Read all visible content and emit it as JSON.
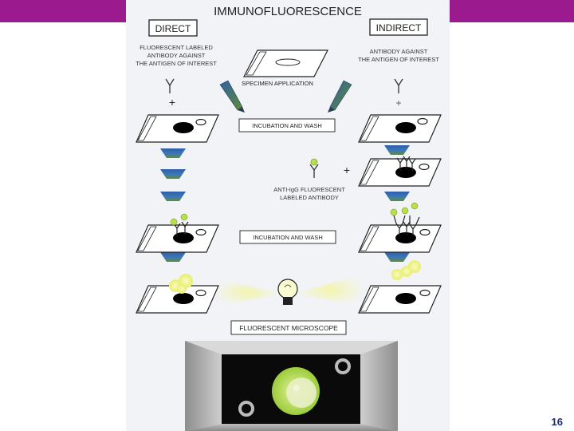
{
  "slide": {
    "page_number": "16",
    "accent_color": "#9b1a8e",
    "page_number_color": "#1e2a78"
  },
  "figure": {
    "title": "IMMUNOFLUORESCENCE",
    "direct_label": "DIRECT",
    "indirect_label": "INDIRECT",
    "direct_caption": [
      "FLUORESCENT LABELED",
      "ANTIBODY AGAINST",
      "THE ANTIGEN OF INTEREST"
    ],
    "indirect_caption": [
      "ANTIBODY AGAINST",
      "THE ANTIGEN OF INTEREST"
    ],
    "specimen_application": "SPECIMEN APPLICATION",
    "incubation_wash_1": "INCUBATION AND WASH",
    "incubation_wash_2": "INCUBATION AND WASH",
    "anti_igg_caption": [
      "ANTI-IgG FLUORESCENT",
      "LABELED ANTIBODY"
    ],
    "microscope_label": "FLUORESCENT MICROSCOPE",
    "plus": "+",
    "colors": {
      "arrow_blue": "#2f5fa8",
      "arrow_green": "#5e8e2e",
      "fluor_green": "#b8e04a",
      "glow_yellow": "#eef08a",
      "screen_black": "#0a0a0a"
    }
  }
}
